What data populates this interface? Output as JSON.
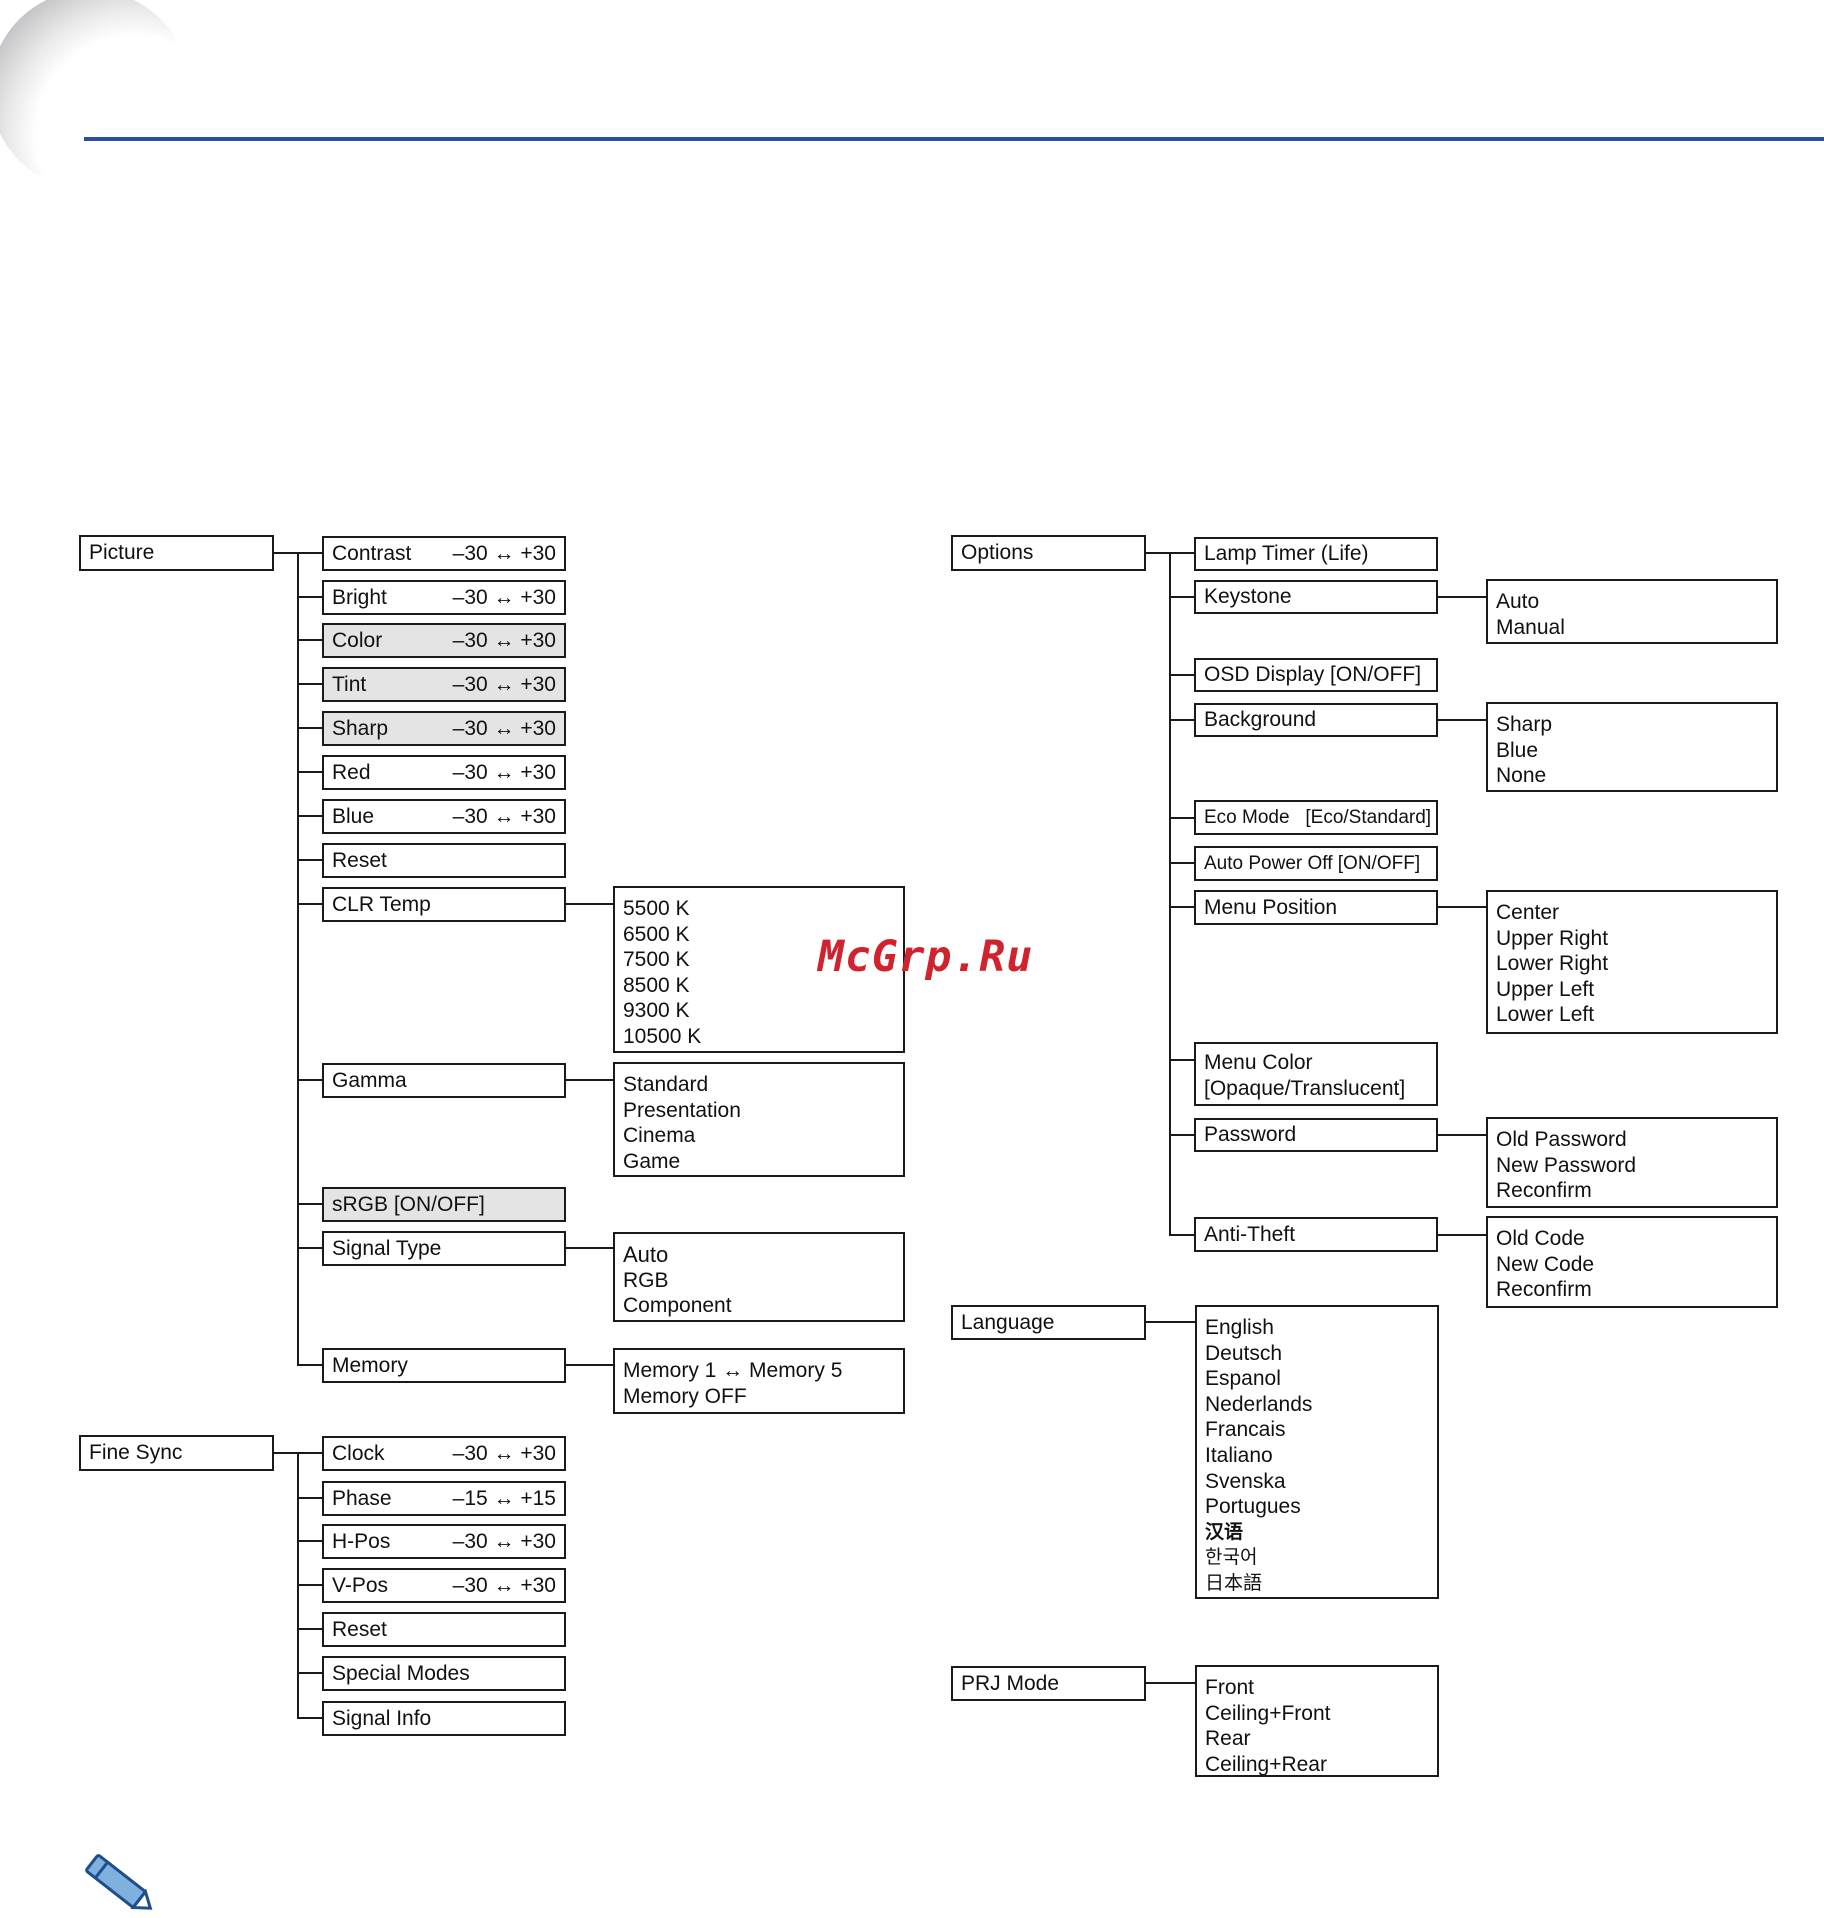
{
  "watermark": "McGrp.Ru",
  "colors": {
    "accent_line": "#2a4f9c",
    "watermark": "#d0232d",
    "highlight_box": "#e4e4e4"
  },
  "menus": {
    "picture": {
      "label": "Picture",
      "items": [
        {
          "label": "Contrast",
          "range": "–30 ↔ +30"
        },
        {
          "label": "Bright",
          "range": "–30 ↔ +30"
        },
        {
          "label": "Color",
          "range": "–30 ↔ +30"
        },
        {
          "label": "Tint",
          "range": "–30 ↔ +30"
        },
        {
          "label": "Sharp",
          "range": "–30 ↔ +30"
        },
        {
          "label": "Red",
          "range": "–30 ↔ +30"
        },
        {
          "label": "Blue",
          "range": "–30 ↔ +30"
        },
        {
          "label": "Reset"
        },
        {
          "label": "CLR Temp",
          "options": [
            "5500 K",
            "6500 K",
            "7500 K",
            "8500 K",
            "9300 K",
            "10500 K"
          ]
        },
        {
          "label": "Gamma",
          "options": [
            "Standard",
            "Presentation",
            "Cinema",
            "Game"
          ]
        },
        {
          "label": "sRGB [ON/OFF]"
        },
        {
          "label": "Signal Type",
          "options": [
            "Auto",
            "RGB",
            "Component"
          ]
        },
        {
          "label": "Memory",
          "options": [
            "Memory 1 ↔ Memory 5",
            "Memory OFF"
          ]
        }
      ]
    },
    "fine_sync": {
      "label": "Fine Sync",
      "items": [
        {
          "label": "Clock",
          "range": "–30 ↔ +30"
        },
        {
          "label": "Phase",
          "range": "–15 ↔ +15"
        },
        {
          "label": "H-Pos",
          "range": "–30 ↔ +30"
        },
        {
          "label": "V-Pos",
          "range": "–30 ↔ +30"
        },
        {
          "label": "Reset"
        },
        {
          "label": "Special Modes"
        },
        {
          "label": "Signal Info"
        }
      ]
    },
    "options": {
      "label": "Options",
      "items": [
        {
          "label": "Lamp Timer (Life)"
        },
        {
          "label": "Keystone",
          "options": [
            "Auto",
            "Manual"
          ]
        },
        {
          "label": "OSD Display [ON/OFF]"
        },
        {
          "label": "Background",
          "options": [
            "Sharp",
            "Blue",
            "None"
          ]
        },
        {
          "label": "Eco Mode   [Eco/Standard]"
        },
        {
          "label": "Auto Power Off [ON/OFF]"
        },
        {
          "label": "Menu Position",
          "options": [
            "Center",
            "Upper Right",
            "Lower Right",
            "Upper Left",
            "Lower Left"
          ]
        },
        {
          "label": "Menu Color",
          "label2": "[Opaque/Translucent]"
        },
        {
          "label": "Password",
          "options": [
            "Old Password",
            "New Password",
            "Reconfirm"
          ]
        },
        {
          "label": "Anti-Theft",
          "options": [
            "Old Code",
            "New Code",
            "Reconfirm"
          ]
        }
      ]
    },
    "language": {
      "label": "Language",
      "options": [
        "English",
        "Deutsch",
        "Espanol",
        "Nederlands",
        "Francais",
        "Italiano",
        "Svenska",
        "Portugues",
        "汉语",
        "한국어",
        "日本語"
      ]
    },
    "prj_mode": {
      "label": "PRJ Mode",
      "options": [
        "Front",
        "Ceiling+Front",
        "Rear",
        "Ceiling+Rear"
      ]
    }
  }
}
